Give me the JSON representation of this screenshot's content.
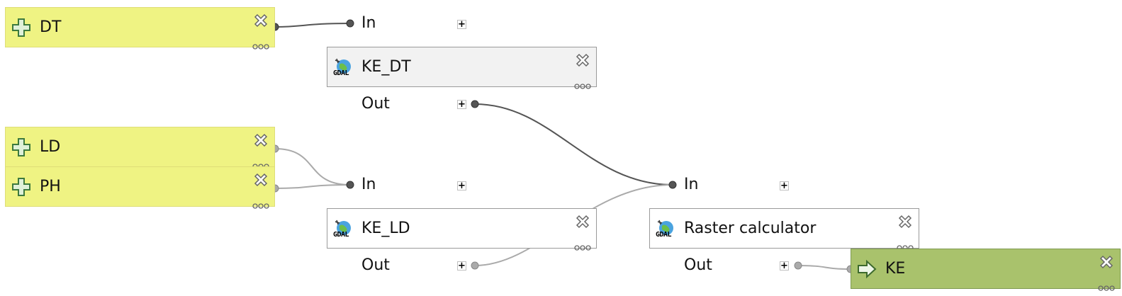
{
  "inputs": [
    {
      "label": "DT"
    },
    {
      "label": "LD"
    },
    {
      "label": "PH"
    }
  ],
  "algorithms": [
    {
      "label": "KE_DT",
      "provider_icon": "gdal-icon",
      "in_label": "In",
      "out_label": "Out"
    },
    {
      "label": "KE_LD",
      "provider_icon": "gdal-icon",
      "in_label": "In",
      "out_label": "Out"
    },
    {
      "label": "Raster calculator",
      "provider_icon": "gdal-icon",
      "in_label": "In",
      "out_label": "Out"
    }
  ],
  "outputs": [
    {
      "label": "KE"
    }
  ],
  "icons": {
    "input": "add-parameter-icon",
    "output": "output-arrow-icon",
    "close": "close-icon",
    "more": "more-options-icon",
    "expand": "plus-icon",
    "gdal_text": "GDAL"
  },
  "colors": {
    "input_fill": "#eff383",
    "output_fill": "#a9c26c",
    "algorithm_fill": "#ffffff",
    "selected_fill": "#f2f2f2",
    "wire_active": "#555555",
    "wire_inactive": "#aaaaaa"
  }
}
